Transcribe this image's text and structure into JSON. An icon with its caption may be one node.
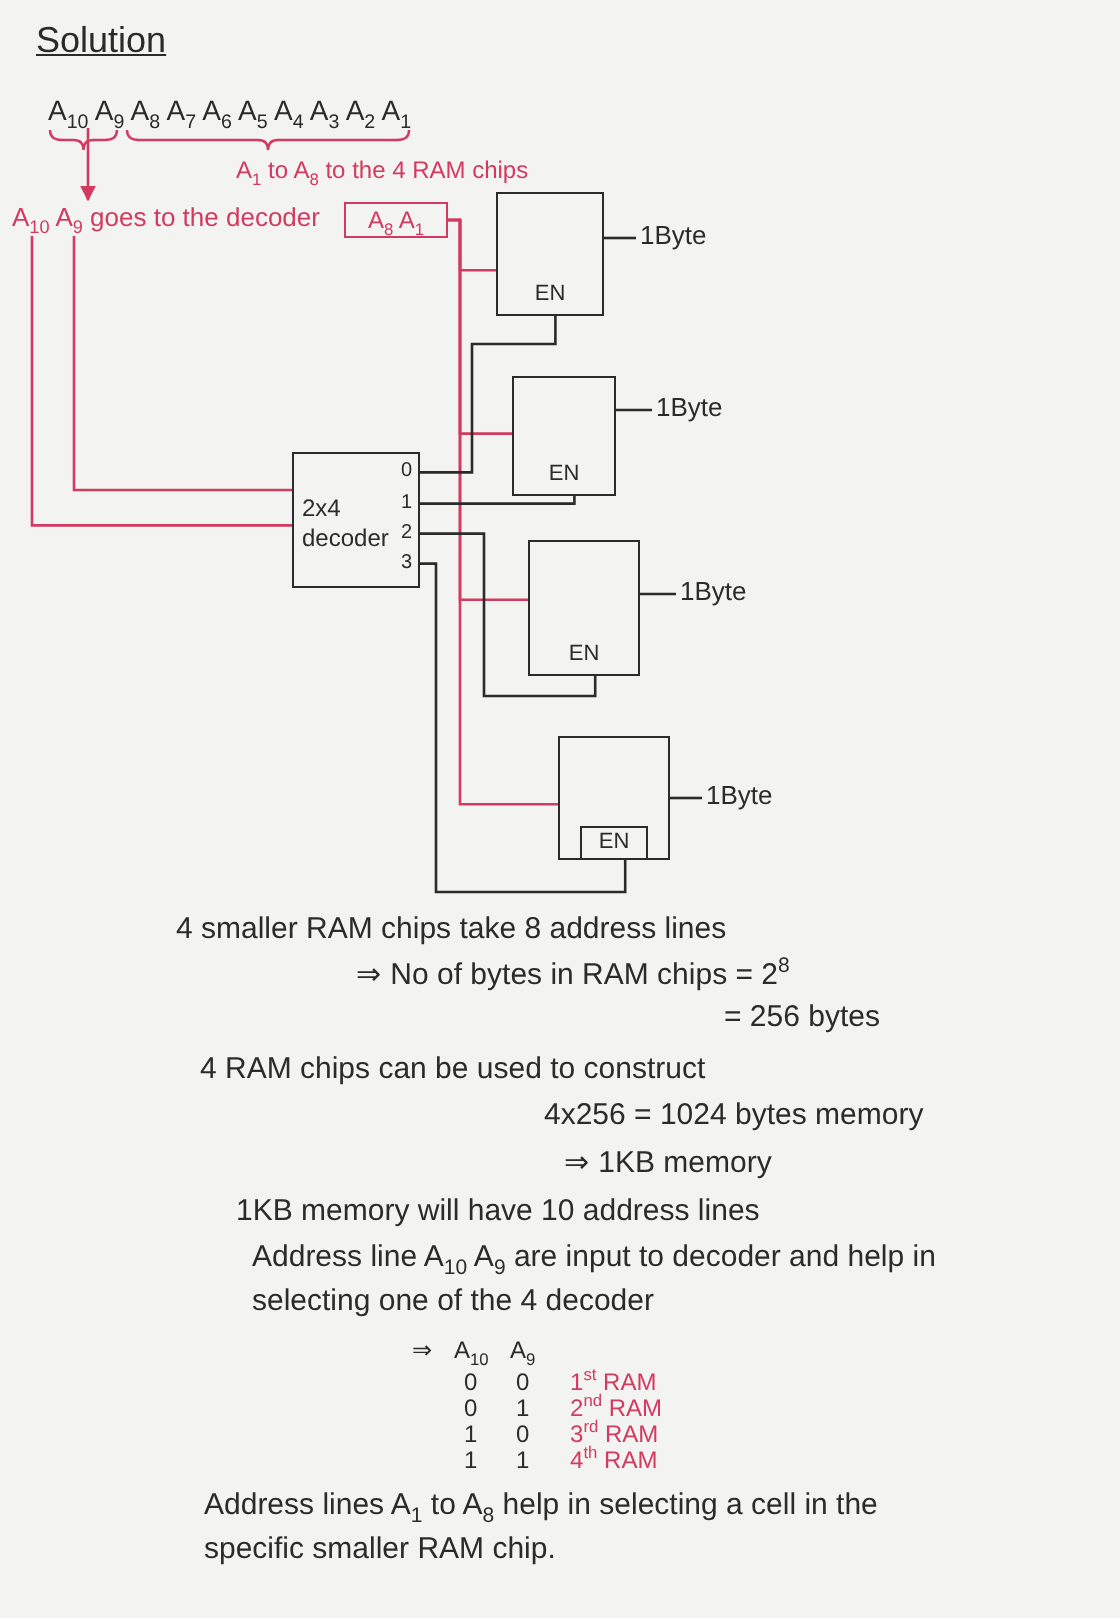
{
  "diagram": {
    "title": "Solution",
    "nodes": [
      {
        "text": [
          "A$_{10}$ A$_{9}$ A$_{8}$ A$_{7}$ A$_{6}$ A$_{5}$ A$_{4}$ A$_{3}$ A$_{2}$ A$_{1}$"
        ]
      },
      {
        "text": [
          "A$_{10}$ A$_{9}$ goes to the decoder"
        ]
      },
      {
        "text": [
          "A$_{8}$ A$_{1}$"
        ]
      },
      {
        "text": [
          "EN"
        ],
        "beside": [
          "1Byte"
        ]
      },
      {
        "text": [
          "EN"
        ],
        "beside": [
          "1Byte"
        ]
      },
      {
        "text": [
          "2x4 decoder",
          "0",
          "1",
          "2",
          "3"
        ]
      },
      {
        "text": [
          "EN"
        ],
        "beside": [
          "1Byte"
        ]
      },
      {
        "text": [
          "EN"
        ],
        "beside": [
          "1Byte"
        ]
      }
    ],
    "edges": [
      {
        "from": 0,
        "to": 1,
        "arrow": "to"
      },
      {
        "from": 1,
        "to": 5,
        "arrow": "none"
      },
      {
        "from": 1,
        "to": 5,
        "arrow": "none"
      },
      {
        "from": 2,
        "to": 3,
        "arrow": "none"
      },
      {
        "from": 2,
        "to": 4,
        "arrow": "none"
      },
      {
        "from": 2,
        "to": 6,
        "arrow": "none"
      },
      {
        "from": 2,
        "to": 7,
        "arrow": "none"
      },
      {
        "from": 5,
        "to": 3,
        "arrow": "none",
        "color": "#2b2b2b"
      },
      {
        "from": 5,
        "to": 4,
        "arrow": "none",
        "color": "#2b2b2b"
      },
      {
        "from": 5,
        "to": 6,
        "arrow": "none",
        "color": "#2b2b2b"
      },
      {
        "from": 5,
        "to": 7,
        "arrow": "none",
        "color": "#2b2b2b"
      }
    ],
    "labels": [
      "A$_{1}$ to A$_{8}$ to the 4 RAM chips",
      "4 smaller RAM chips take 8 address lines",
      "⇒ No of bytes in RAM chips = 2$^{8}$",
      "= 256 bytes",
      "4 RAM chips can be used to construct",
      "4x256 = 1024 bytes memory",
      "⇒ 1KB memory",
      "1KB memory will have 10 address lines",
      "Address line A$_{10}$ A$_{9}$ are input to decoder and help in selecting one of the 4 decoder",
      "⇒",
      "A$_{10}$",
      "A$_{9}$",
      "0",
      "0",
      "1$^{st}$ RAM",
      "0",
      "1",
      "2$^{nd}$ RAM",
      "1",
      "0",
      "3$^{rd}$ RAM",
      "1",
      "1",
      "4$^{th}$ RAM",
      "Address lines A$_{1}$ to A$_{8}$ help in selecting a cell in the specific smaller RAM chip."
    ]
  }
}
